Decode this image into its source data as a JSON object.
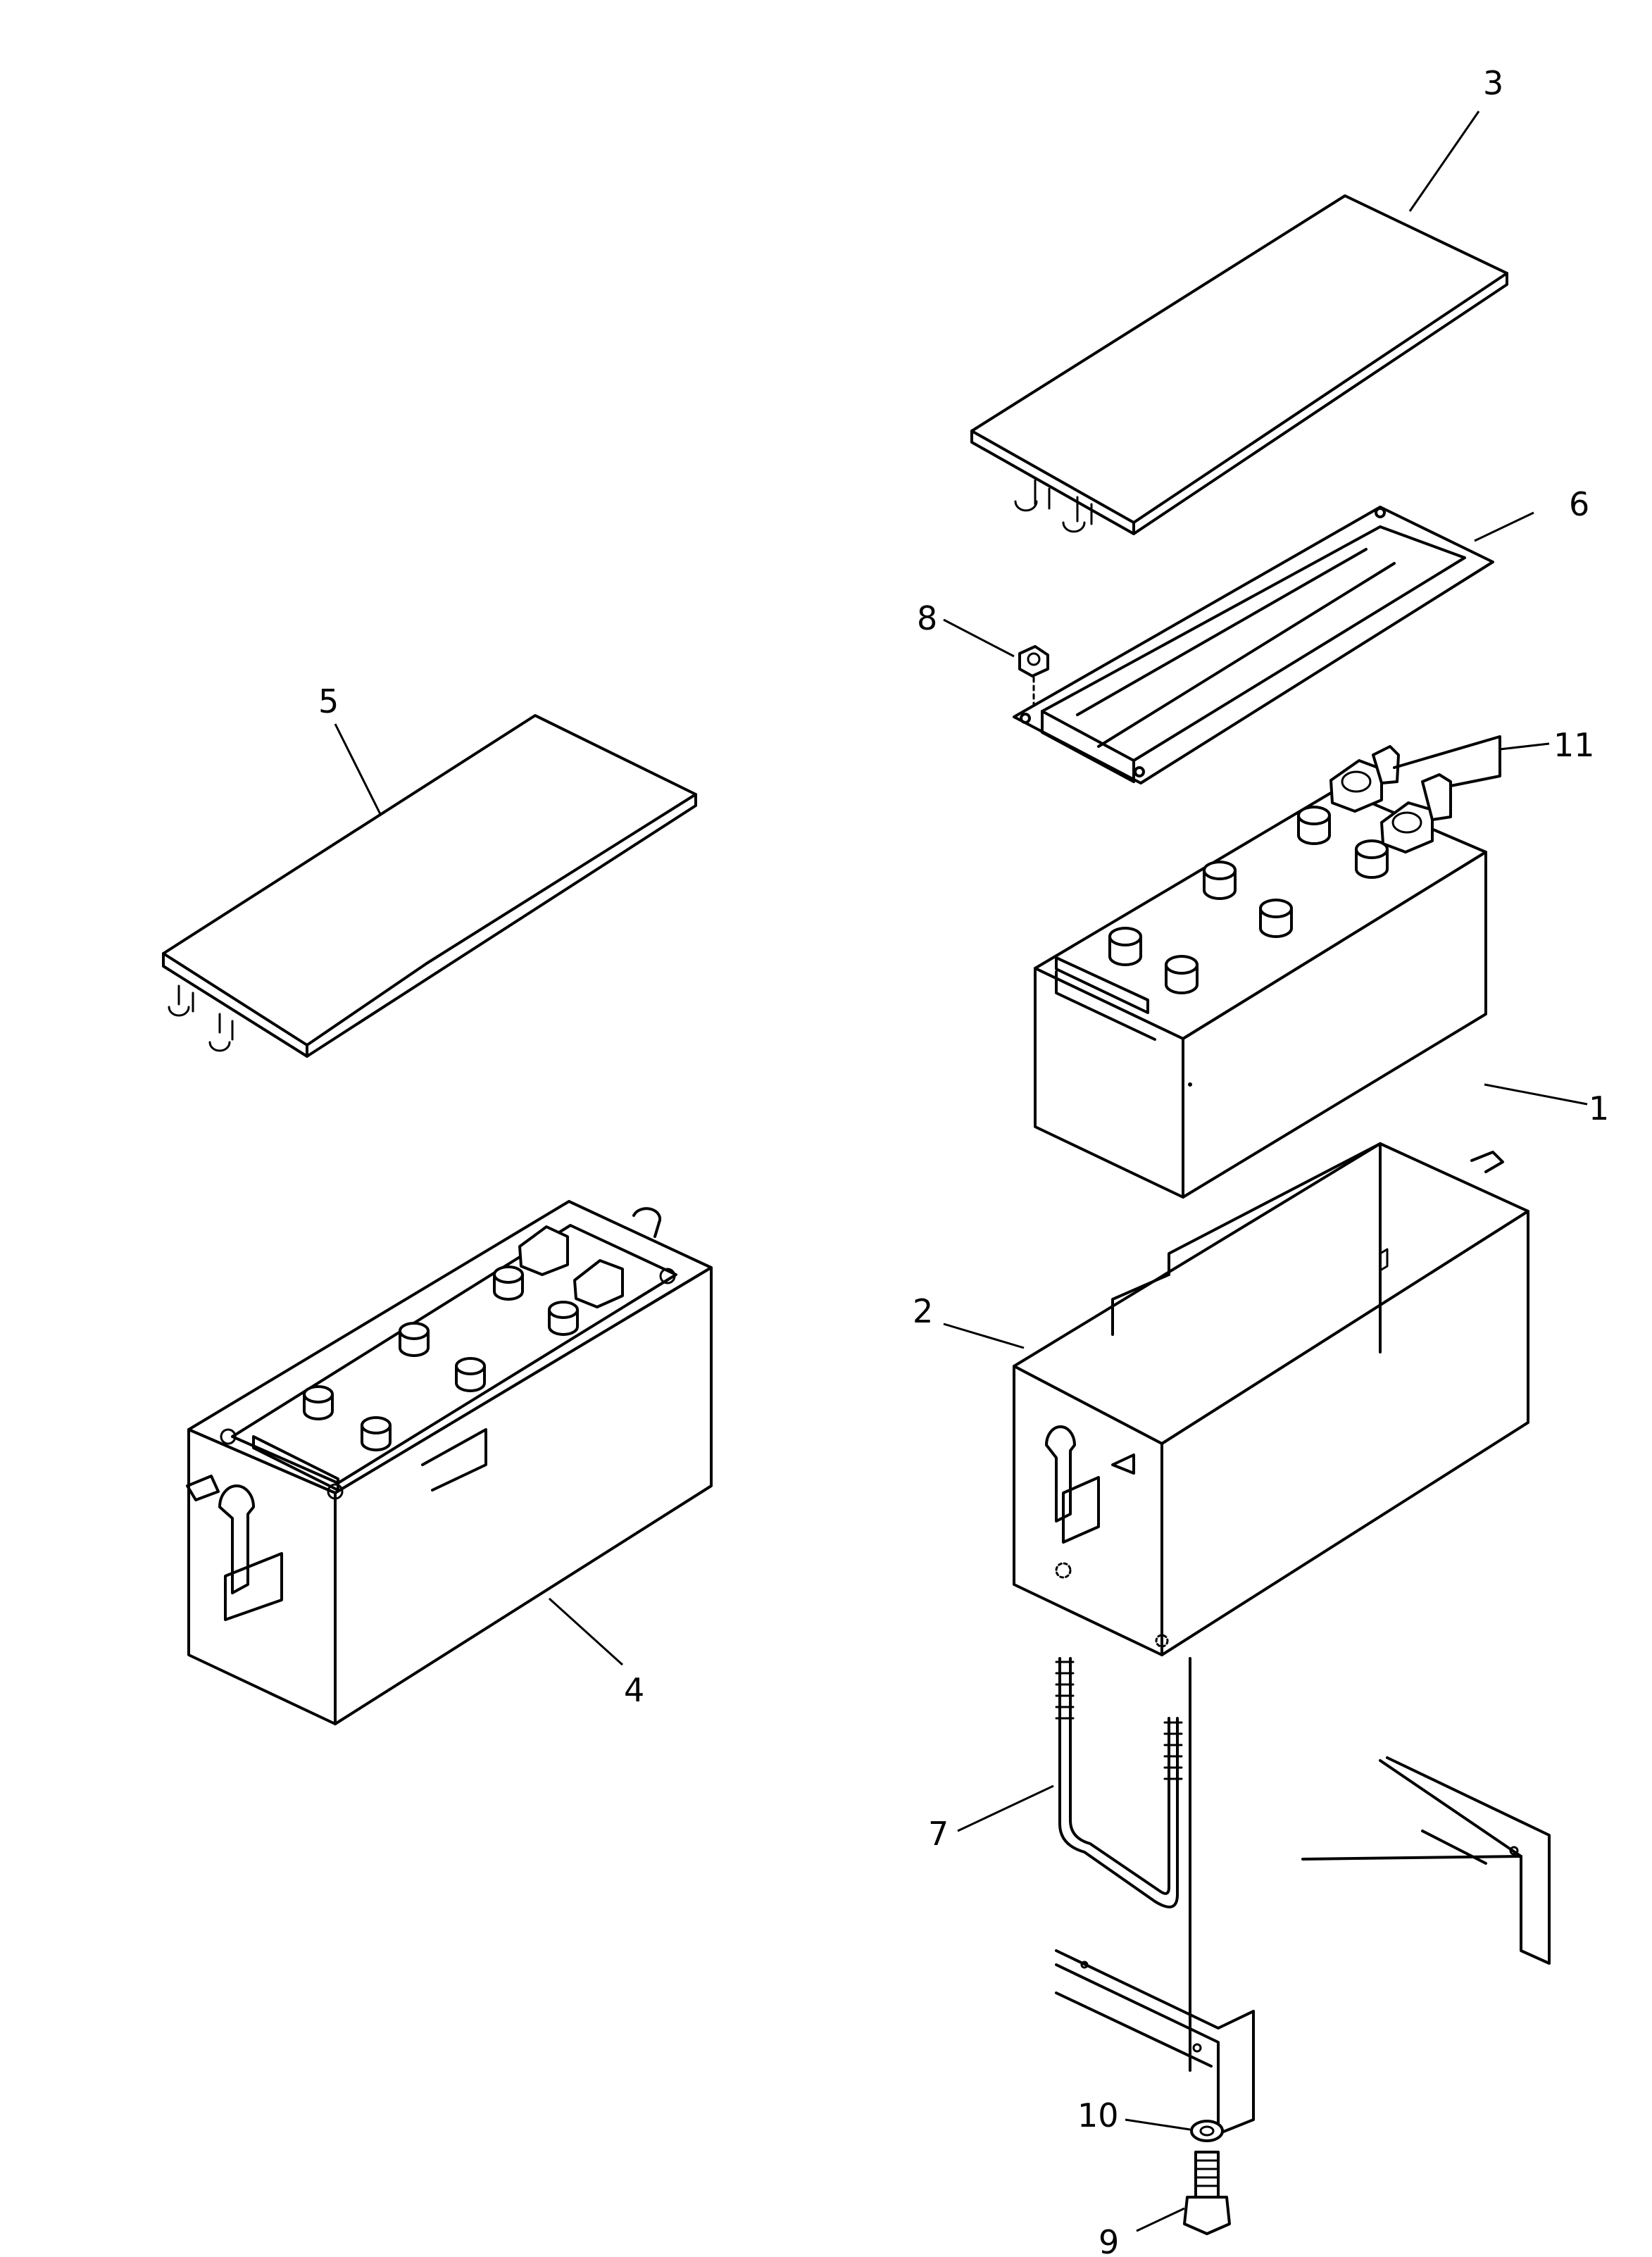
{
  "diagram": {
    "callouts": [
      {
        "id": "1",
        "text": "1",
        "part": "battery"
      },
      {
        "id": "2",
        "text": "2",
        "part": "battery-box"
      },
      {
        "id": "3",
        "text": "3",
        "part": "battery-lid-top"
      },
      {
        "id": "4",
        "text": "4",
        "part": "battery-box-assembly"
      },
      {
        "id": "5",
        "text": "5",
        "part": "battery-lid-left"
      },
      {
        "id": "6",
        "text": "6",
        "part": "hold-down-frame"
      },
      {
        "id": "7",
        "text": "7",
        "part": "j-bolt"
      },
      {
        "id": "8",
        "text": "8",
        "part": "nut"
      },
      {
        "id": "9",
        "text": "9",
        "part": "bolt"
      },
      {
        "id": "10",
        "text": "10",
        "part": "washer"
      },
      {
        "id": "11",
        "text": "11",
        "part": "terminal-caps"
      }
    ]
  }
}
